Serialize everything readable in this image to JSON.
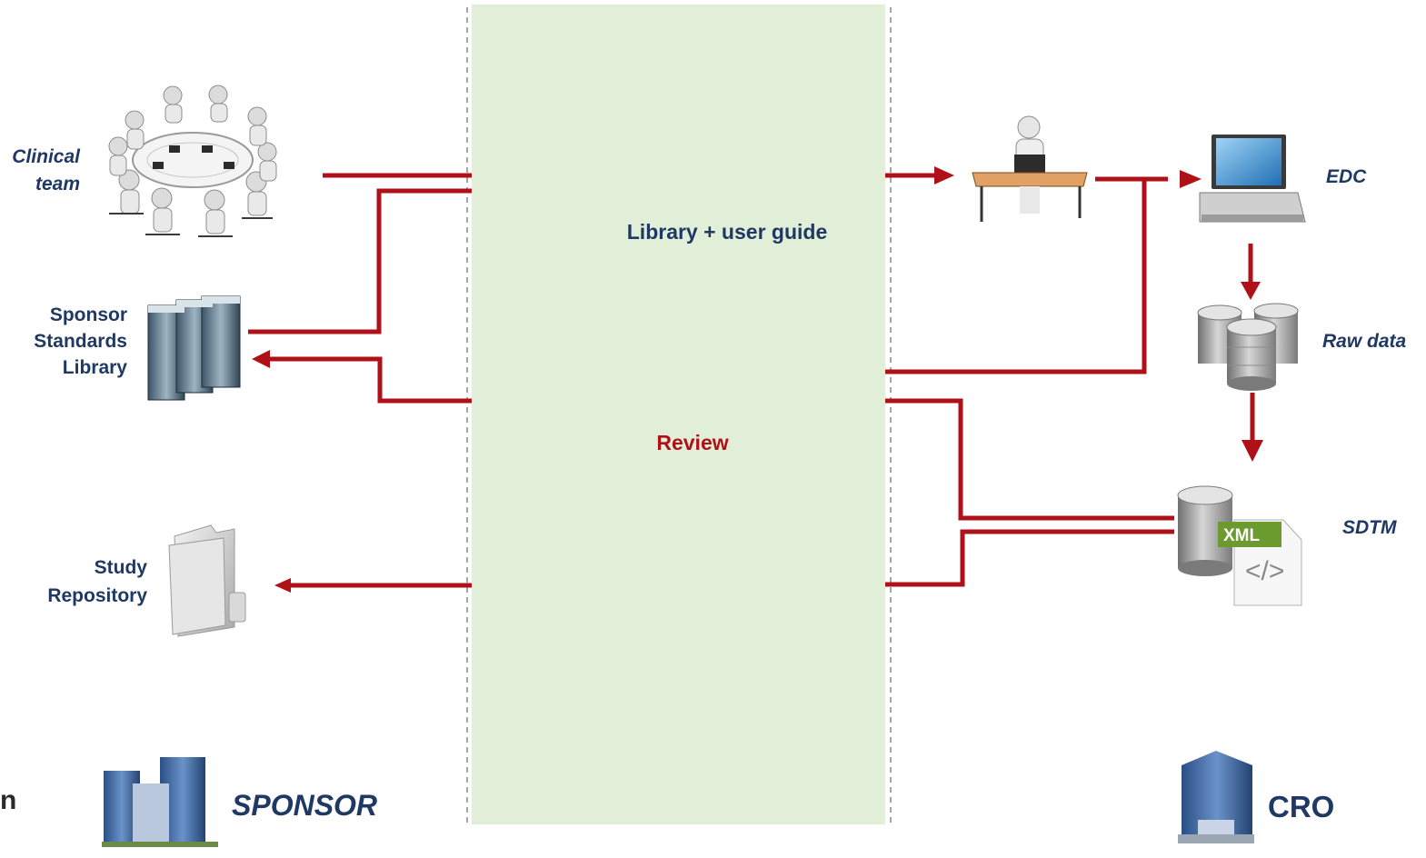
{
  "center_panel": {
    "fill": "#e2efd8",
    "library_label": "Library + user guide",
    "review_label": "Review"
  },
  "left_side": {
    "clinical_team": {
      "label_line1": "Clinical",
      "label_line2": "team",
      "icon": "meeting-table-people-icon"
    },
    "sponsor_library": {
      "label_line1": "Sponsor",
      "label_line2": "Standards",
      "label_line3": "Library",
      "icon": "binders-icon"
    },
    "study_repository": {
      "label_line1": "Study",
      "label_line2": "Repository",
      "icon": "folder-icon"
    },
    "sponsor": {
      "label": "SPONSOR",
      "icon": "office-buildings-icon",
      "edge_fragment": "n"
    }
  },
  "right_side": {
    "designer": {
      "icon": "person-at-desk-laptop-icon"
    },
    "edc": {
      "label": "EDC",
      "icon": "laptop-icon"
    },
    "raw_data": {
      "label": "Raw data",
      "icon": "database-stack-icon"
    },
    "sdtm": {
      "label": "SDTM",
      "icon": "xml-database-icon",
      "badge": "XML",
      "code_glyph": "</>"
    },
    "cro": {
      "label": "CRO",
      "icon": "office-tower-icon"
    }
  },
  "colors": {
    "arrow": "#b01018",
    "label_blue": "#1f3864",
    "dashed_line": "#a6a6a6"
  }
}
